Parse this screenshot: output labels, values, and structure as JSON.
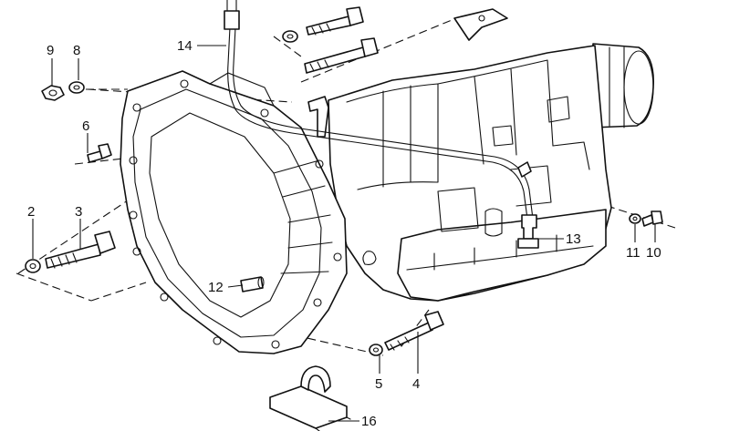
{
  "colors": {
    "line": "#111111",
    "background": "#ffffff"
  },
  "callouts": [
    {
      "id": "c1",
      "label": "9"
    },
    {
      "id": "c2",
      "label": "8"
    },
    {
      "id": "c3",
      "label": "14"
    },
    {
      "id": "c4",
      "label": "6"
    },
    {
      "id": "c5",
      "label": "2"
    },
    {
      "id": "c6",
      "label": "3"
    },
    {
      "id": "c7",
      "label": "12"
    },
    {
      "id": "c8",
      "label": "13"
    },
    {
      "id": "c9",
      "label": "11"
    },
    {
      "id": "c10",
      "label": "10"
    },
    {
      "id": "c11",
      "label": "5"
    },
    {
      "id": "c12",
      "label": "4"
    },
    {
      "id": "c13",
      "label": "16"
    }
  ]
}
